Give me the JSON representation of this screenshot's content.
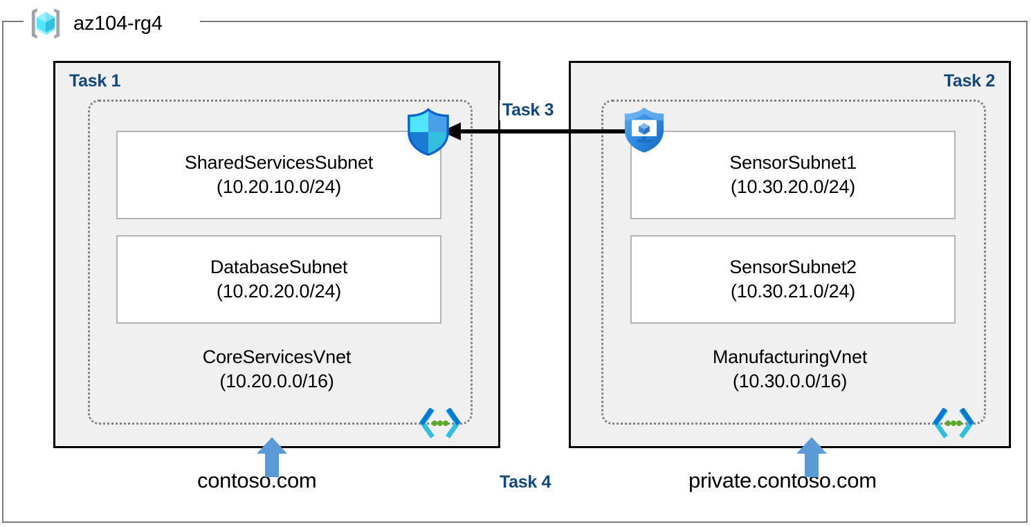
{
  "resource_group": {
    "name": "az104-rg4",
    "icon": "resource-group-cube-icon"
  },
  "colors": {
    "task_label": "#13477a",
    "panel_fill": "#f0f0f0",
    "panel_border": "#000000",
    "rg_border": "#7a7a7a",
    "vnet_border": "#808080",
    "subnet_border": "#b3b3b3",
    "arrow_blue": "#5b9bd5",
    "connector_black": "#000000",
    "shield_cyan": "#50e6ff",
    "shield_blue": "#0078d4",
    "code_green": "#5ba829",
    "code_cyan": "#32bedd"
  },
  "panels": [
    {
      "task_label": "Task 1",
      "label_align": "left",
      "vnet": {
        "name": "CoreServicesVnet",
        "cidr": "(10.20.0.0/16)",
        "subnets": [
          {
            "name": "SharedServicesSubnet",
            "cidr": "(10.20.10.0/24)"
          },
          {
            "name": "DatabaseSubnet",
            "cidr": "(10.20.20.0/24)"
          }
        ],
        "icons": [
          "shield-icon",
          "code-brackets-icon"
        ]
      }
    },
    {
      "task_label": "Task 2",
      "label_align": "right",
      "vnet": {
        "name": "ManufacturingVnet",
        "cidr": "(10.30.0.0/16)",
        "subnets": [
          {
            "name": "SensorSubnet1",
            "cidr": "(10.30.20.0/24)"
          },
          {
            "name": "SensorSubnet2",
            "cidr": "(10.30.21.0/24)"
          }
        ],
        "icons": [
          "shield-vm-icon",
          "code-brackets-icon"
        ]
      }
    }
  ],
  "connector": {
    "task_label": "Task 3",
    "direction": "right-to-left",
    "style": "black-solid-arrow"
  },
  "dns": {
    "task_label": "Task 4",
    "zones": [
      {
        "name": "contoso.com",
        "arrow": "up-arrow-blue",
        "target": "Task 1"
      },
      {
        "name": "private.contoso.com",
        "arrow": "up-arrow-blue",
        "target": "Task 2"
      }
    ]
  }
}
